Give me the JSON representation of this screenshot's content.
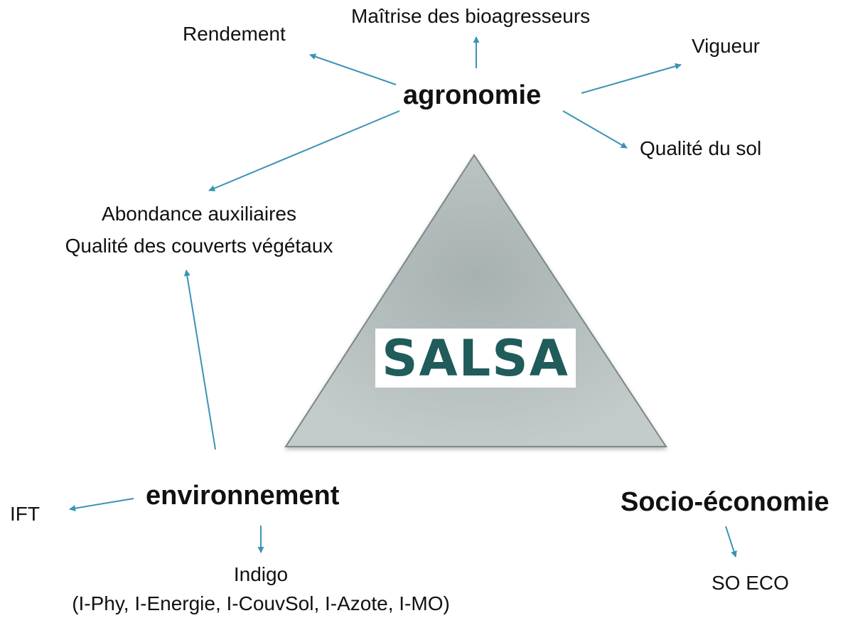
{
  "center": {
    "logo_text": "SALSA"
  },
  "pillars": {
    "agronomie": "agronomie",
    "environnement": "environnement",
    "socio_economie": "Socio-économie"
  },
  "agronomie_indicators": {
    "rendement": "Rendement",
    "bioagresseurs": "Maîtrise des bioagresseurs",
    "vigueur": "Vigueur",
    "qualite_sol": "Qualité du sol"
  },
  "shared_indicators": {
    "line1": "Abondance auxiliaires",
    "line2": "Qualité des couverts végétaux"
  },
  "environnement_indicators": {
    "ift": "IFT",
    "indigo": "Indigo",
    "indigo_detail": "(I-Phy, I-Energie, I-CouvSol, I-Azote, I-MO)"
  },
  "socio_indicators": {
    "so_eco": "SO ECO"
  },
  "colors": {
    "arrow": "#3a93b5",
    "triangle_light": "#b9c2c2",
    "triangle_dark": "#8e9999",
    "logo": "#1f5c5a",
    "text": "#111111"
  }
}
